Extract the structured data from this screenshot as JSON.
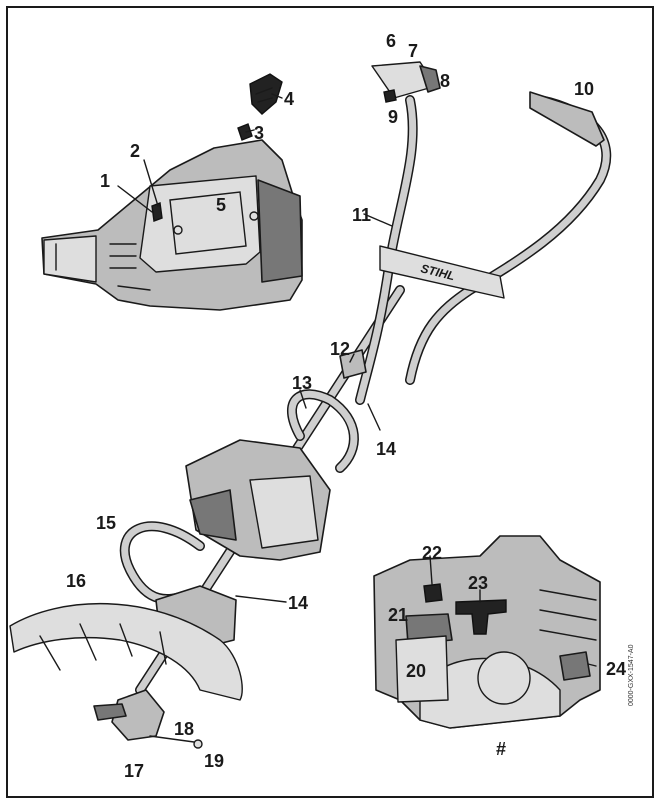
{
  "callouts": [
    {
      "id": "1",
      "label": "1"
    },
    {
      "id": "2",
      "label": "2"
    },
    {
      "id": "3",
      "label": "3"
    },
    {
      "id": "4",
      "label": "4"
    },
    {
      "id": "5",
      "label": "5"
    },
    {
      "id": "6",
      "label": "6"
    },
    {
      "id": "7",
      "label": "7"
    },
    {
      "id": "8",
      "label": "8"
    },
    {
      "id": "9",
      "label": "9"
    },
    {
      "id": "10",
      "label": "10"
    },
    {
      "id": "11",
      "label": "11"
    },
    {
      "id": "12",
      "label": "12"
    },
    {
      "id": "13",
      "label": "13"
    },
    {
      "id": "14a",
      "label": "14"
    },
    {
      "id": "14b",
      "label": "14"
    },
    {
      "id": "15",
      "label": "15"
    },
    {
      "id": "16",
      "label": "16"
    },
    {
      "id": "17",
      "label": "17"
    },
    {
      "id": "18",
      "label": "18"
    },
    {
      "id": "19",
      "label": "19"
    },
    {
      "id": "20",
      "label": "20"
    },
    {
      "id": "21",
      "label": "21"
    },
    {
      "id": "22",
      "label": "22"
    },
    {
      "id": "23",
      "label": "23"
    },
    {
      "id": "24",
      "label": "24"
    },
    {
      "id": "hash",
      "label": "#"
    }
  ],
  "brand_logo": "STIHL",
  "figure_code": "0000-GXX-1547-A0",
  "colors": {
    "ink": "#1a1a1a",
    "fill": "#bcbcbc",
    "fill_light": "#dedede"
  }
}
